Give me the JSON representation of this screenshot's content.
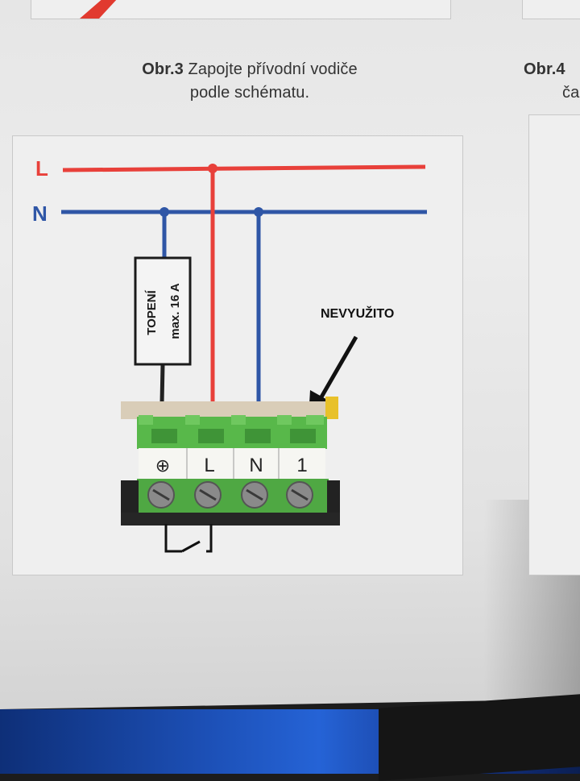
{
  "figure_left": {
    "caption_label": "Obr.3",
    "caption_line1": "Zapojte přívodní vodiče",
    "caption_line2": "podle schématu."
  },
  "figure_right": {
    "caption_label": "Obr.4",
    "caption_line2": "ča"
  },
  "diagram": {
    "line_l_label": "L",
    "line_n_label": "N",
    "load_label_1": "TOPENÍ",
    "load_label_2": "max. 16 A",
    "unused_label": "NEVYUŽITO",
    "terminals": [
      {
        "label": "⊕"
      },
      {
        "label": "L"
      },
      {
        "label": "N"
      },
      {
        "label": "1"
      }
    ]
  },
  "colors": {
    "live": "#e8403a",
    "neutral": "#2f56a6",
    "load_wire": "#222222",
    "terminal_green": "#58b84a",
    "terminal_dark": "#2f7d2a"
  }
}
